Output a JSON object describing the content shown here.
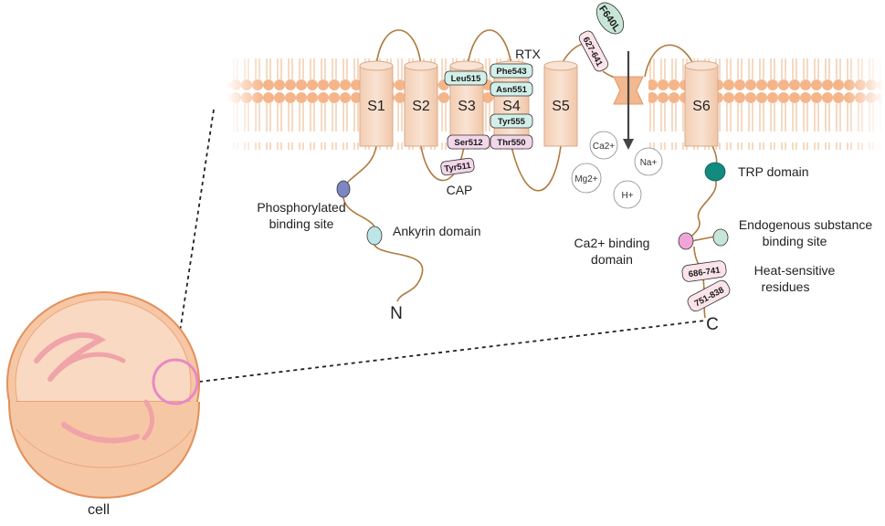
{
  "helices": [
    "S1",
    "S2",
    "S3",
    "S4",
    "S5",
    "S6"
  ],
  "rtx_label": "RTX",
  "cap_label": "CAP",
  "residues": {
    "leu515": "Leu515",
    "phe543": "Phe543",
    "asn551": "Asn551",
    "tyr555": "Tyr555",
    "ser512": "Ser512",
    "thr550": "Thr550",
    "tyr511": "Tyr511",
    "f640l": "F640L",
    "r627_641": "627-641",
    "r686_741": "686-741",
    "r751_838": "751-838"
  },
  "ions": [
    "Ca2+",
    "Na+",
    "Mg2+",
    "H+"
  ],
  "labels": {
    "phospho_line1": "Phosphorylated",
    "phospho_line2": "binding site",
    "ankyrin": "Ankyrin domain",
    "trp": "TRP domain",
    "ca_binding_line1": "Ca2+ binding",
    "ca_binding_line2": "domain",
    "endogenous_line1": "Endogenous substance",
    "endogenous_line2": "binding site",
    "heat_line1": "Heat-sensitive",
    "heat_line2": "residues",
    "n_term": "N",
    "c_term": "C",
    "cell": "cell"
  },
  "colors": {
    "helix": "#f7d9c4",
    "helix_stroke": "#d9a98a",
    "lipid_head": "#f5b58a",
    "lipid_tail": "#f3c9a8",
    "loop": "#b07a3e",
    "teal_tag": "#d3efe9",
    "pink_tag": "#f2d6ea",
    "trp_dot": "#138a7e",
    "phospho_dot": "#7c86c2",
    "ankyrin_dot": "#bfe6e6",
    "ca_dot": "#f0a5d7",
    "endo_dot": "#c8e6d7",
    "cell_fill": "#f6c7a5",
    "cell_stroke": "#e48f5a"
  },
  "icons": [
    "arrow-down-icon",
    "channel-pore-icon"
  ]
}
